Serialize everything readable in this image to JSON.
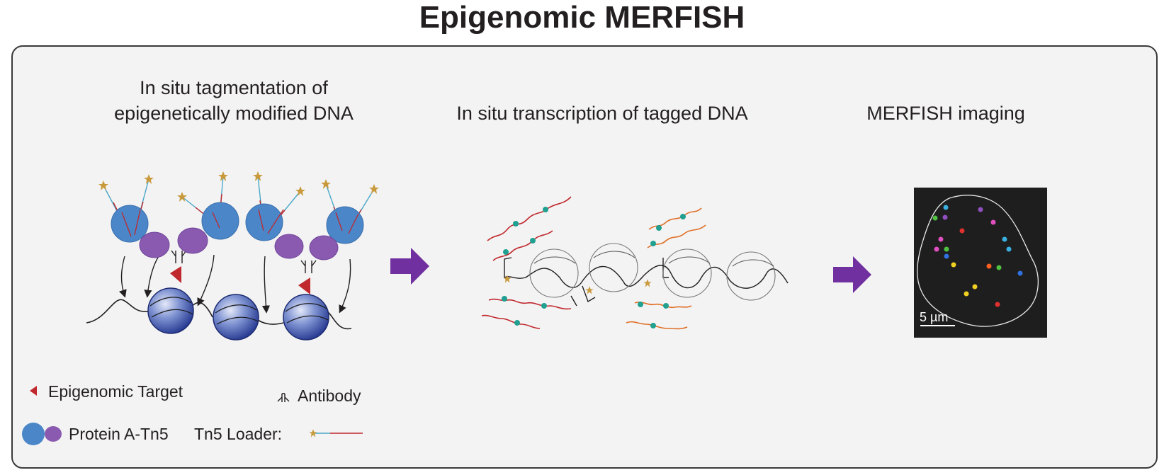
{
  "title": "Epigenomic MERFISH",
  "steps": {
    "step1": [
      "In situ tagmentation of",
      "epigenetically modified DNA"
    ],
    "step2": "In situ transcription of tagged DNA",
    "step3": "MERFISH imaging"
  },
  "scale_bar": "5 µm",
  "legend": {
    "epigenomic_target": "Epigenomic Target",
    "antibody": "Antibody",
    "protein": "Protein A-Tn5",
    "loader": "Tn5 Loader:"
  },
  "colors": {
    "arrow": "#7030a0",
    "protein_a": "#4a86c8",
    "tn5": "#8a5ab0",
    "target": "#c0282d",
    "star": "#c89a3c",
    "nucleosome": "#2f4aa0",
    "rna_red": "#c0282d",
    "rna_orange": "#e07028",
    "teal": "#20a090"
  },
  "merfish_spot_colors": [
    "#e03030",
    "#3ab0e0",
    "#f0d020",
    "#50c040",
    "#e050c0",
    "#9050c0",
    "#3070e0",
    "#ff6020"
  ]
}
